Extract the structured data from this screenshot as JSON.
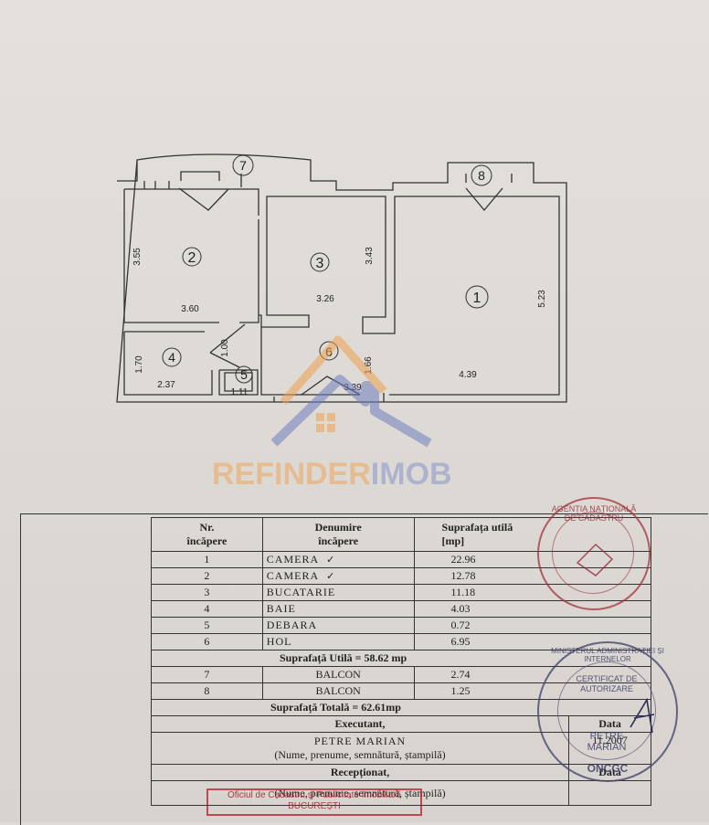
{
  "floor_plan": {
    "rooms": [
      {
        "number": "1",
        "dims": [
          "4.39",
          "5.23"
        ]
      },
      {
        "number": "2",
        "dims": [
          "3.60",
          "3.55"
        ]
      },
      {
        "number": "3",
        "dims": [
          "3.26",
          "3.43"
        ]
      },
      {
        "number": "4",
        "dims": [
          "2.37",
          "1.70"
        ]
      },
      {
        "number": "5",
        "dims": [
          "1.11"
        ]
      },
      {
        "number": "6",
        "dims": [
          "3.39",
          "1.66",
          "1.00"
        ]
      },
      {
        "number": "7",
        "dims": []
      },
      {
        "number": "8",
        "dims": []
      }
    ]
  },
  "watermark": {
    "part1": "REFINDER",
    "part2": "IMOB"
  },
  "table": {
    "headers": {
      "nr_line1": "Nr.",
      "nr_line2": "încăpere",
      "name_line1": "Denumire",
      "name_line2": "încăpere",
      "area_line1": "Suprafața utilă",
      "area_line2": "[mp]"
    },
    "rows": [
      {
        "nr": "1",
        "name": "CAMERA",
        "area": "22.96",
        "check": "✓"
      },
      {
        "nr": "2",
        "name": "CAMERA",
        "area": "12.78",
        "check": "✓"
      },
      {
        "nr": "3",
        "name": "BUCATARIE",
        "area": "11.18",
        "check": ""
      },
      {
        "nr": "4",
        "name": "BAIE",
        "area": "4.03",
        "check": ""
      },
      {
        "nr": "5",
        "name": "DEBARA",
        "area": "0.72",
        "check": ""
      },
      {
        "nr": "6",
        "name": "HOL",
        "area": "6.95",
        "check": ""
      }
    ],
    "subtotal": "Suprafață Utilă = 58.62 mp",
    "balcony_rows": [
      {
        "nr": "7",
        "name": "BALCON",
        "area": "2.74"
      },
      {
        "nr": "8",
        "name": "BALCON",
        "area": "1.25"
      }
    ],
    "total": "Suprafață Totală = 62.61mp",
    "executant_label": "Executant,",
    "data_label": "Data",
    "executant_name": "PETRE MARIAN",
    "executant_date": "11.2007",
    "executant_note": "(Nume, prenume, semnătură, ștampilă)",
    "receptionat_label": "Recepționat,",
    "data_label_2": "Data",
    "receptionat_note": "(Nume, prenume, semnătură, ștampilă)"
  },
  "stamps": {
    "round_red_text": "AGENȚIA NAȚIONALĂ DE CADASTRU",
    "round_blue_ring": "MINISTERUL ADMINISTRAȚIEI ȘI INTERNELOR",
    "round_blue_center": "CERTIFICAT DE AUTORIZARE",
    "round_blue_name_1": "PETRE",
    "round_blue_name_2": "MARIAN",
    "round_blue_bottom": "ONCGC",
    "red_rect_line1": "Oficiul de Cadastru și Publicitate Imobiliară",
    "red_rect_line2": "BUCUREȘTI"
  }
}
